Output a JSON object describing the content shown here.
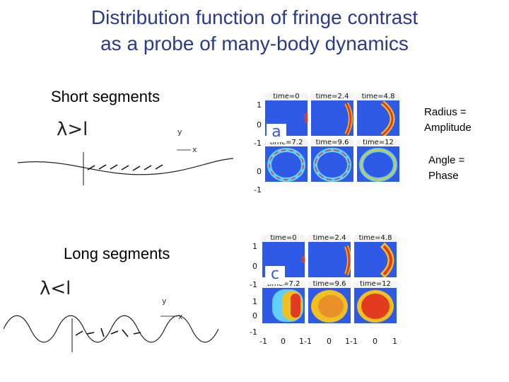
{
  "title": {
    "line1": "Distribution function of fringe contrast",
    "line2": "as a probe of many-body dynamics"
  },
  "left": {
    "short": {
      "label": "Short segments",
      "lambda": "λ>l",
      "ylabel": "y",
      "xlabel": "x"
    },
    "long": {
      "label": "Long segments",
      "lambda": "λ<l",
      "ylabel": "y",
      "xlabel": "x"
    }
  },
  "notes": {
    "radius": [
      "Radius =",
      "Amplitude"
    ],
    "angle": [
      "Angle =",
      "Phase"
    ]
  },
  "top_figure": {
    "letter": "a",
    "times": [
      "time=0",
      "time=2.4",
      "time=4.8",
      "time=7.2",
      "time=9.6",
      "time=12"
    ],
    "yticks_row1": [
      "1",
      "0",
      "-1"
    ],
    "yticks_row2": [
      "0",
      "-1"
    ]
  },
  "bottom_figure": {
    "letter": "c",
    "times": [
      "time=0",
      "time=2.4",
      "time=4.8",
      "time=7.2",
      "time=9.6",
      "time=12"
    ],
    "yticks_row1": [
      "1",
      "0",
      "-1"
    ],
    "yticks_row2": [
      "1",
      "0",
      "-1"
    ],
    "xticks": [
      "-1",
      "0",
      "1-1",
      "0",
      "1-1",
      "0",
      "1"
    ]
  },
  "colors": {
    "title": "#2b3a8c",
    "panel_bg": "#2a4fd6",
    "ring": "#e33b1f",
    "letter": "#3559e0"
  }
}
